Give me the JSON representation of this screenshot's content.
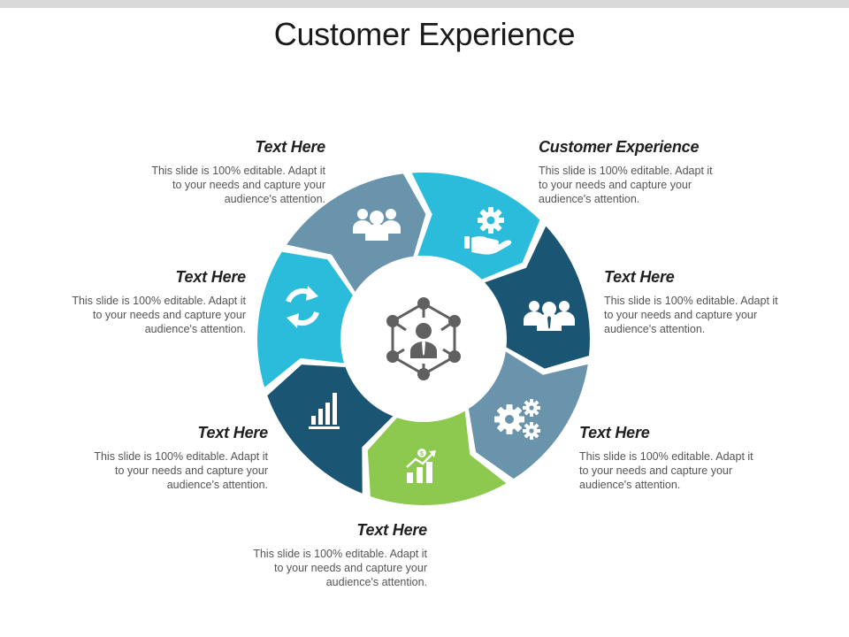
{
  "slide": {
    "title": "Customer Experience"
  },
  "colors": {
    "steel": "#6994AC",
    "cyan": "#2CBCDB",
    "navy": "#1A5573",
    "green": "#8DC94F",
    "icon_gray": "#606060"
  },
  "items": [
    {
      "title": "Text Here",
      "body": [
        "This slide is 100% editable. Adapt it",
        "to your needs and capture your",
        "audience's attention."
      ],
      "icon": "team-icon",
      "color": "steel"
    },
    {
      "title": "Customer Experience",
      "body": [
        "This slide is 100% editable. Adapt it",
        "to your needs and capture your",
        "audience's attention."
      ],
      "icon": "hand-gear-icon",
      "color": "cyan"
    },
    {
      "title": "Text Here",
      "body": [
        "This slide is 100% editable. Adapt it",
        "to your needs and capture your",
        "audience's attention."
      ],
      "icon": "business-team-icon",
      "color": "navy"
    },
    {
      "title": "Text Here",
      "body": [
        "This slide is 100% editable. Adapt it",
        "to your needs and capture your",
        "audience's attention."
      ],
      "icon": "gears-icon",
      "color": "steel"
    },
    {
      "title": "Text Here",
      "body": [
        "This slide is 100% editable. Adapt it",
        "to your needs and capture your",
        "audience's attention."
      ],
      "icon": "growth-chart-icon",
      "color": "green"
    },
    {
      "title": "Text Here",
      "body": [
        "This slide is 100% editable. Adapt it",
        "to your needs and capture your",
        "audience's attention."
      ],
      "icon": "bar-chart-icon",
      "color": "navy"
    },
    {
      "title": "Text Here",
      "body": [
        "This slide is 100% editable. Adapt it",
        "to your needs and capture your",
        "audience's attention."
      ],
      "icon": "refresh-icon",
      "color": "cyan"
    }
  ],
  "center": {
    "icon": "customer-network-icon"
  }
}
